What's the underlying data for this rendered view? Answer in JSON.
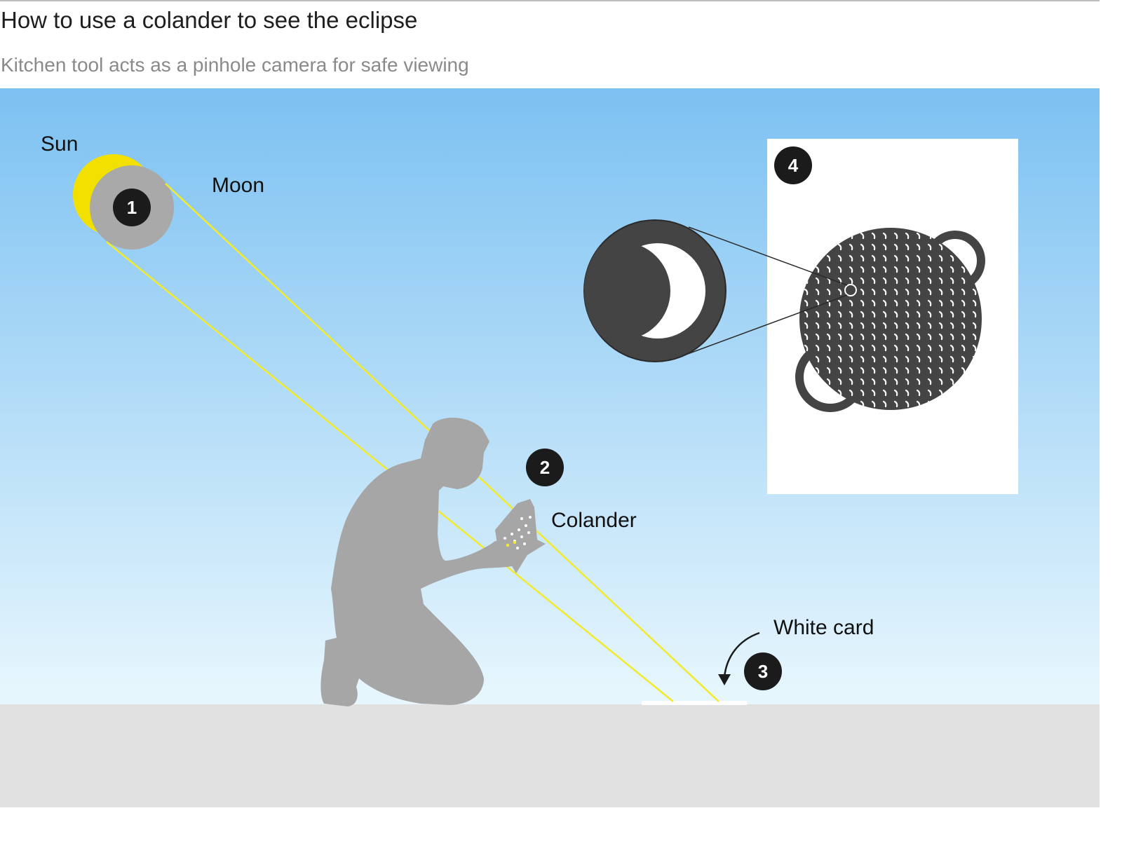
{
  "header": {
    "title": "How to use a colander to see the eclipse",
    "subtitle": "Kitchen tool acts as a pinhole camera for safe viewing"
  },
  "labels": {
    "sun": "Sun",
    "moon": "Moon",
    "colander": "Colander",
    "white_card": "White card"
  },
  "steps": [
    "1",
    "2",
    "3",
    "4"
  ],
  "colors": {
    "sky_top": "#7cc1f2",
    "sky_bottom": "#e8f7fd",
    "ground": "#e1e1e1",
    "sun": "#f2e000",
    "moon": "#a9a9a9",
    "ray": "#f2ea2a",
    "figure": "#a6a6a6",
    "badge": "#1b1b1b",
    "colander": "#444444"
  },
  "icons": [
    "sun-icon",
    "moon-icon",
    "person-silhouette-icon",
    "colander-icon",
    "arrow-icon",
    "eclipse-crescent-icon"
  ]
}
